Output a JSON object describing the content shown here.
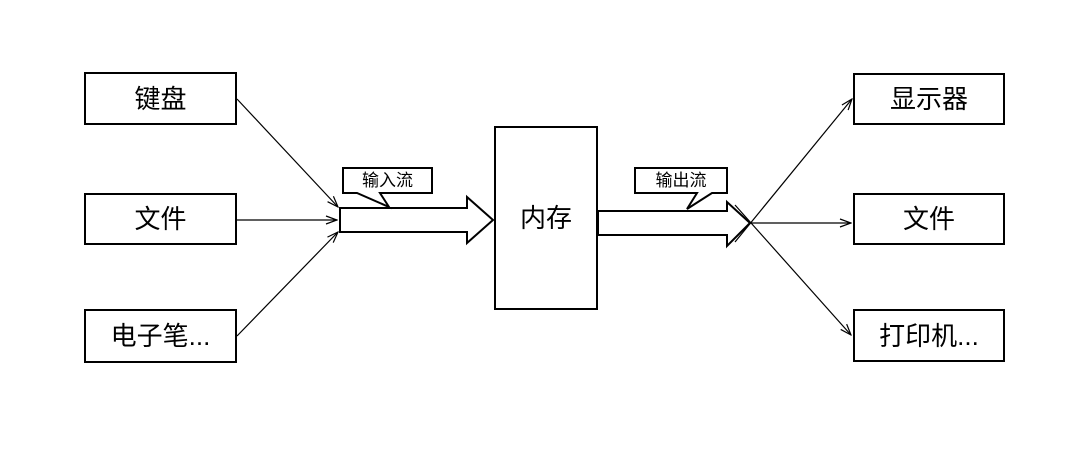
{
  "diagram": {
    "background": "#ffffff",
    "stroke_color": "#000000",
    "node_fill": "#ffffff",
    "nodes": {
      "keyboard": "键盘",
      "file_input": "文件",
      "electronic_pen": "电子笔...",
      "memory": "内存",
      "display": "显示器",
      "file_output": "文件",
      "printer": "打印机..."
    },
    "callouts": {
      "input_stream": "输入流",
      "output_stream": "输出流"
    }
  }
}
